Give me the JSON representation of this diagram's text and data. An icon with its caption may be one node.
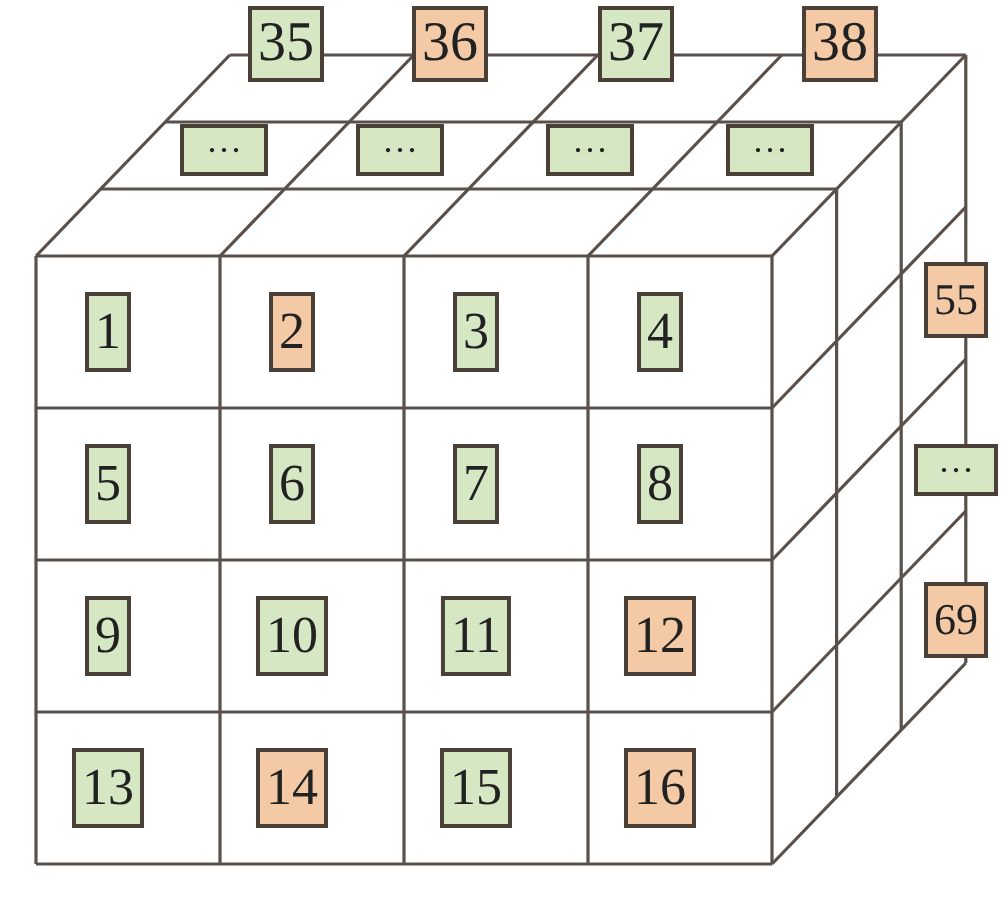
{
  "diagram": {
    "nodes": [
      {
        "text": [
          "35"
        ]
      },
      {
        "text": [
          "36"
        ]
      },
      {
        "text": [
          "37"
        ]
      },
      {
        "text": [
          "38"
        ]
      },
      {
        "text": [
          "···"
        ]
      },
      {
        "text": [
          "···"
        ]
      },
      {
        "text": [
          "···"
        ]
      },
      {
        "text": [
          "···"
        ]
      },
      {
        "text": [
          "1"
        ]
      },
      {
        "text": [
          "2"
        ]
      },
      {
        "text": [
          "3"
        ]
      },
      {
        "text": [
          "4"
        ]
      },
      {
        "text": [
          "5"
        ]
      },
      {
        "text": [
          "6"
        ]
      },
      {
        "text": [
          "7"
        ]
      },
      {
        "text": [
          "8"
        ]
      },
      {
        "text": [
          "9"
        ]
      },
      {
        "text": [
          "10"
        ]
      },
      {
        "text": [
          "11"
        ]
      },
      {
        "text": [
          "12"
        ]
      },
      {
        "text": [
          "13"
        ]
      },
      {
        "text": [
          "14"
        ]
      },
      {
        "text": [
          "15"
        ]
      },
      {
        "text": [
          "16"
        ]
      },
      {
        "text": [
          "55"
        ]
      },
      {
        "text": [
          "···"
        ]
      },
      {
        "text": [
          "69"
        ]
      }
    ]
  }
}
